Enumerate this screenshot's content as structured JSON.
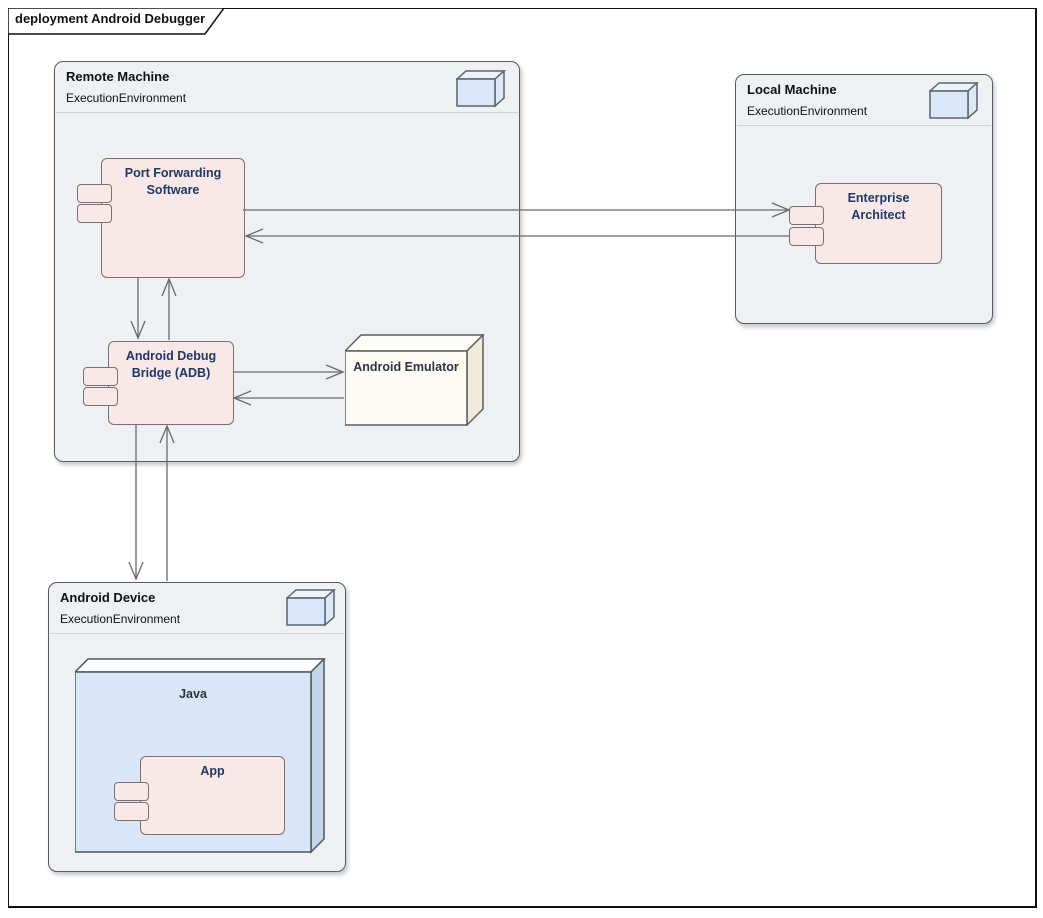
{
  "frame": {
    "title": "deployment Android Debugger"
  },
  "execution_environments": {
    "remote": {
      "name": "Remote Machine",
      "stereotype": "ExecutionEnvironment"
    },
    "local": {
      "name": "Local Machine",
      "stereotype": "ExecutionEnvironment"
    },
    "android_device": {
      "name": "Android Device",
      "stereotype": "ExecutionEnvironment"
    }
  },
  "components": {
    "port_forwarding": {
      "name": "Port Forwarding Software"
    },
    "adb": {
      "name": "Android Debug Bridge (ADB)"
    },
    "enterprise_architect": {
      "name": "Enterprise Architect"
    },
    "app": {
      "name": "App"
    }
  },
  "nodes": {
    "android_emulator": {
      "name": "Android Emulator"
    },
    "java": {
      "name": "Java"
    }
  },
  "connectors": [
    {
      "from": "Port Forwarding Software",
      "to": "Enterprise Architect"
    },
    {
      "from": "Enterprise Architect",
      "to": "Port Forwarding Software"
    },
    {
      "from": "Port Forwarding Software",
      "to": "Android Debug Bridge (ADB)"
    },
    {
      "from": "Android Debug Bridge (ADB)",
      "to": "Port Forwarding Software"
    },
    {
      "from": "Android Debug Bridge (ADB)",
      "to": "Android Emulator"
    },
    {
      "from": "Android Emulator",
      "to": "Android Debug Bridge (ADB)"
    },
    {
      "from": "Android Debug Bridge (ADB)",
      "to": "Android Device"
    },
    {
      "from": "Android Device",
      "to": "Android Debug Bridge (ADB)"
    }
  ],
  "colors": {
    "ee_fill": "#edf1f3",
    "component_fill": "#f8e8e8",
    "component_border": "#7e6f6f",
    "component_text": "#1f3864",
    "node_java_fill": "#d9e6f8",
    "node_emulator_fill": "#fdfaf4",
    "cube_icon_fill": "#d9e7f8",
    "connector": "#6a6a6a"
  }
}
